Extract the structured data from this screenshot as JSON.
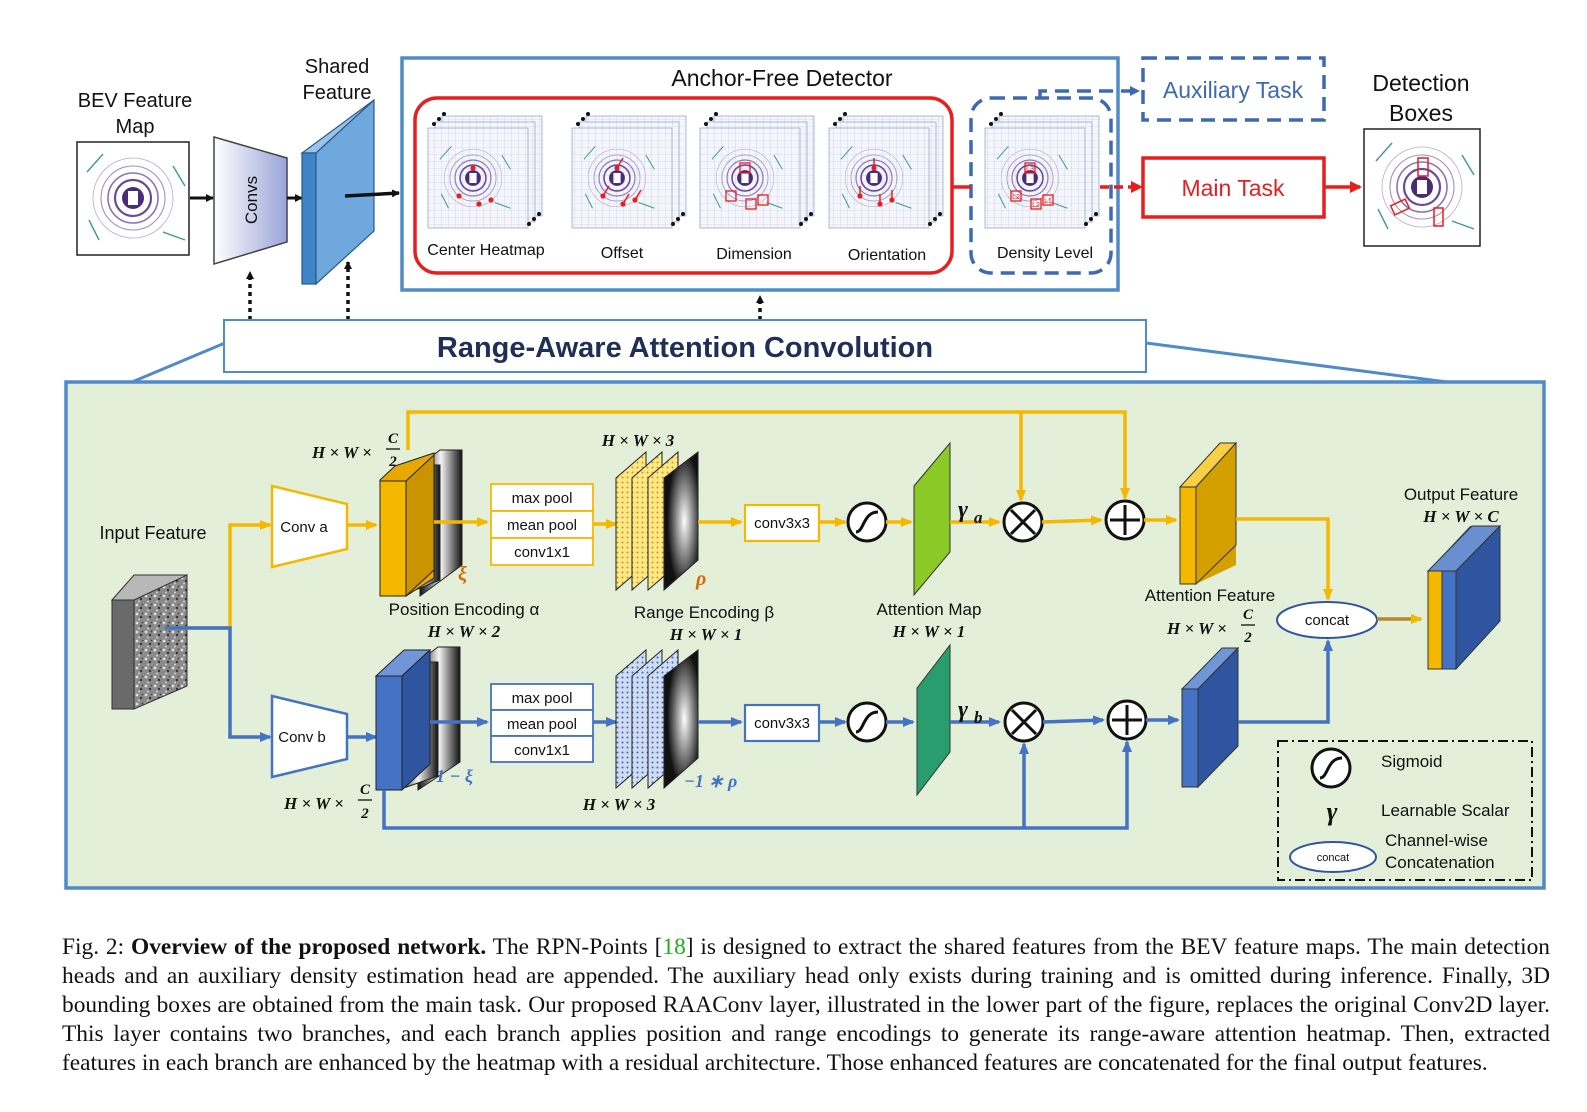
{
  "top": {
    "bev_label": [
      "BEV Feature",
      "Map"
    ],
    "convs_label": "Convs",
    "shared_label": [
      "Shared",
      "Feature"
    ],
    "afd_title": "Anchor-Free Detector",
    "heads": [
      "Center Heatmap",
      "Offset",
      "Dimension",
      "Orientation"
    ],
    "density_label": "Density Level",
    "aux_label": "Auxiliary Task",
    "main_label": "Main Task",
    "det_label": [
      "Detection",
      "Boxes"
    ],
    "density_marks": [
      "L3",
      "L2",
      "L1",
      "L2"
    ],
    "raac_title": "Range-Aware Attention Convolution"
  },
  "raac": {
    "input_feature": "Input Feature",
    "conv_a": "Conv a",
    "conv_b": "Conv b",
    "dim_top_a": "H × W ×",
    "frac_num": "C",
    "frac_den": "2",
    "xi": "ξ",
    "one_minus_xi": "1 − ξ",
    "pool_ops": [
      "max pool",
      "mean pool",
      "conv1x1"
    ],
    "dim_hw3": "H × W × 3",
    "rho": "ρ",
    "neg_rho": "−1 ∗ ρ",
    "conv3x3": "conv3x3",
    "pos_enc": "Position Encoding α",
    "dim_hw2": "H × W × 2",
    "range_enc": "Range Encoding β",
    "dim_hw1": "H × W × 1",
    "attn_map": "Attention Map",
    "gamma_a": "γ",
    "gamma_a_sub": "a",
    "gamma_b": "γ",
    "gamma_b_sub": "b",
    "attn_feature": "Attention Feature",
    "concat": "concat",
    "output_feature": "Output Feature",
    "dim_hwc": "H × W × C"
  },
  "legend": {
    "sigmoid": "Sigmoid",
    "gamma_symbol": "γ",
    "learnable": "Learnable Scalar",
    "concat_symbol": "concat",
    "channel_wise": [
      "Channel-wise",
      "Concatenation"
    ]
  },
  "caption": {
    "prefix": "Fig. 2: ",
    "bold": "Overview of the proposed network.",
    "part1": " The RPN-Points [",
    "cite": "18",
    "part2": "] is designed to extract the shared features from the BEV feature maps. The main detection heads and an auxiliary density estimation head are appended. The auxiliary head only exists during training and is omitted during inference. Finally, 3D bounding boxes are obtained from the main task. Our proposed RAAConv layer, illustrated in the lower part of the figure, replaces the original Conv2D layer. This layer contains two branches, and each branch applies position and range encodings to generate its range-aware attention heatmap. Then, extracted features in each branch are enhanced by the heatmap with a residual architecture. Those enhanced features are concatenated for the final output features."
  },
  "colors": {
    "frame_blue": "#4f8bc8",
    "red": "#e81e1e",
    "dash_blue": "#3d68b4",
    "yellow": "#f5b800",
    "blue_arrow": "#4472c4",
    "green_bg": "#e3efd9",
    "dark_yellow": "#d4a000",
    "dark_blue": "#2f55a0"
  }
}
